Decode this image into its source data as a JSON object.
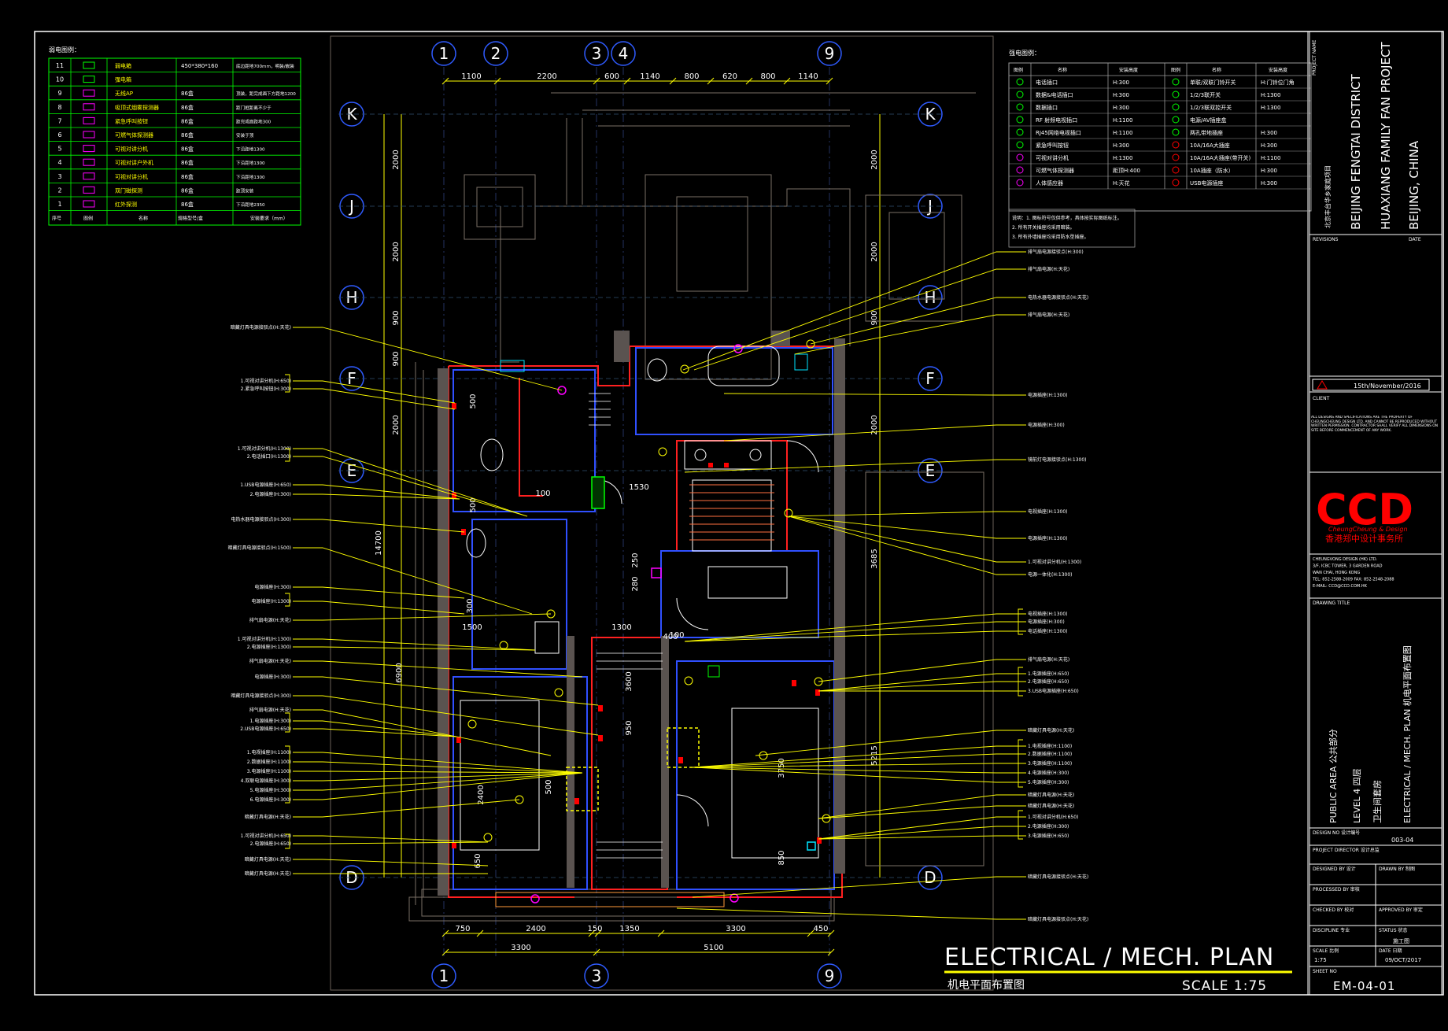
{
  "drawing": {
    "title_en": "ELECTRICAL / MECH. PLAN",
    "title_cn": "机电平面布置图",
    "scale": "SCALE 1:75",
    "drawing_no": "EM-04-01"
  },
  "grid": {
    "top_cols": [
      "1",
      "2",
      "3",
      "4",
      "9"
    ],
    "bottom_cols": [
      "1",
      "3",
      "9"
    ],
    "rows": [
      "K",
      "J",
      "H",
      "F",
      "E",
      "D"
    ],
    "top_dims": [
      "1100",
      "2200",
      "600",
      "1140",
      "800",
      "620",
      "800",
      "1140"
    ],
    "bottom_dims_1": [
      "750",
      "2400",
      "150",
      "1350",
      "3300",
      "450"
    ],
    "bottom_dims_2": [
      "3300",
      "5100"
    ],
    "left_dims": [
      "2000",
      "2000",
      "900",
      "900",
      "2000",
      "14700"
    ],
    "right_dims": [
      "2000",
      "2000",
      "900",
      "2000",
      "3685",
      "5215"
    ],
    "room_dims": [
      "500",
      "500",
      "100",
      "1530",
      "250",
      "280",
      "400",
      "300",
      "6900",
      "3600",
      "950",
      "2400",
      "500",
      "3750",
      "850",
      "650",
      "100",
      "1300",
      "1500"
    ]
  },
  "legend_left": {
    "rows": [
      {
        "no": "11",
        "sym": "",
        "name": "弱电箱",
        "model": "450*380*160",
        "remark": "底边距地700mm，明装/嵌装"
      },
      {
        "no": "10",
        "sym": "",
        "name": "强电箱",
        "model": "",
        "remark": ""
      },
      {
        "no": "9",
        "sym": "",
        "name": "无线AP",
        "model": "86盒",
        "remark": "顶装，距完成面下方距地1200"
      },
      {
        "no": "8",
        "sym": "",
        "name": "吸顶式烟雾探测器",
        "model": "86盒",
        "remark": "距门框距离不少于"
      },
      {
        "no": "7",
        "sym": "",
        "name": "紧急呼叫按钮",
        "model": "86盒",
        "remark": "距完成面距地300"
      },
      {
        "no": "6",
        "sym": "",
        "name": "可燃气体探测器",
        "model": "86盒",
        "remark": "安装于顶"
      },
      {
        "no": "5",
        "sym": "",
        "name": "可视对讲分机",
        "model": "86盒",
        "remark": "下沿距地1300"
      },
      {
        "no": "4",
        "sym": "",
        "name": "可视对讲户外机",
        "model": "86盒",
        "remark": "下沿距地1300"
      },
      {
        "no": "3",
        "sym": "",
        "name": "可视对讲分机",
        "model": "86盒",
        "remark": "下沿距地1300"
      },
      {
        "no": "2",
        "sym": "",
        "name": "双门磁探测",
        "model": "86盒",
        "remark": "距顶安装"
      },
      {
        "no": "1",
        "sym": "",
        "name": "红外探测",
        "model": "86盒",
        "remark": "下沿距地2350"
      }
    ],
    "footer": [
      "序号",
      "图例",
      "名称",
      "规格型号/盒",
      "安装要求（mm）"
    ]
  },
  "legend_right": {
    "headers": [
      "图例",
      "名称",
      "安装高度",
      "图例",
      "名称",
      "安装高度"
    ],
    "rows": [
      {
        "a_name": "电话插口",
        "a_h": "H:300",
        "b_name": "单联/双联门铃开关",
        "b_h": "H:门铃位门角"
      },
      {
        "a_name": "数据&电话插口",
        "a_h": "H:300",
        "b_name": "1/2/3联开关",
        "b_h": "H:1300"
      },
      {
        "a_name": "数据插口",
        "a_h": "H:300",
        "b_name": "1/2/3联双控开关",
        "b_h": "H:1300"
      },
      {
        "a_name": "RF 射频电视插口",
        "a_h": "H:1100",
        "b_name": "电源/AV插座盒",
        "b_h": ""
      },
      {
        "a_name": "RJ45网络电视插口",
        "a_h": "H:1100",
        "b_name": "两孔带地插座",
        "b_h": "H:300"
      },
      {
        "a_name": "紧急呼叫按钮",
        "a_h": "H:300",
        "b_name": "10A/16A大插座",
        "b_h": "H:300"
      },
      {
        "a_name": "可视对讲分机",
        "a_h": "H:1300",
        "b_name": "10A/16A大插座(带开关)",
        "b_h": "H:1100"
      },
      {
        "a_name": "可燃气体探测器",
        "a_h": "距顶H:400",
        "b_name": "10A插座（防水）",
        "b_h": "H:300"
      },
      {
        "a_name": "人体感应器",
        "a_h": "H:天花",
        "b_name": "USB电源插座",
        "b_h": "H:300"
      }
    ],
    "notes": [
      "说明：1. 图标符号仅供参考，具体按实际图纸标注。",
      "2. 所有开关插座均采用暗装。",
      "3. 所有外墙插座均采用防水型插座。"
    ]
  },
  "left_callouts": [
    "暗藏灯具电源接驳点(H:天花)",
    "1.可视对讲分机(H:650)",
    "2.紧急呼叫按钮(H:300)",
    "1.可视对讲分机(H:1300)",
    "2.电话插口(H:1300)",
    "1.USB电源插座(H:650)",
    "2.电源插座(H:300)",
    "电热水器电源接驳点(H:300)",
    "暗藏灯具电源接驳点(H:1500)",
    "电源插座(H:300)",
    "电源插座(H:1300)",
    "排气扇电源(H:天花)",
    "1.可视对讲分机(H:1300)",
    "2.电源插座(H:1300)",
    "排气扇电源(H:天花)",
    "电源插座(H:300)",
    "暗藏灯具电源接驳点(H:300)",
    "排气扇电源(H:天花)",
    "1.电源插座(H:300)",
    "2.USB电源插座(H:650)",
    "1.电视插座(H:1100)",
    "2.数据插座(H:1100)",
    "3.电源插座(H:1100)",
    "4.双联电源插座(H:300)",
    "5.电源插座(H:300)",
    "6.电源插座(H:300)",
    "暗藏灯具电源(H:天花)",
    "1.可视对讲分机(H:650)",
    "2.电源插座(H:650)",
    "暗藏灯具电源(H:天花)",
    "暗藏灯具电源(H:天花)"
  ],
  "right_callouts": [
    "排气扇电源接驳点(H:300)",
    "排气扇电源(H:天花)",
    "电热水器电源接驳点(H:天花)",
    "排气扇电源(H:天花)",
    "电源插座(H:1300)",
    "电源插座(H:300)",
    "镜前灯电源接驳点(H:1300)",
    "电视插座(H:1300)",
    "电源插座(H:1300)",
    "1.可视对讲分机(H:1300)",
    "电源一体化(H:1300)",
    "电视插座(H:1300)",
    "电源插座(H:300)",
    "电话插座(H:1300)",
    "排气扇电源(H:天花)",
    "1.电源插座(H:650)",
    "2.电源插座(H:650)",
    "3.USB电源插座(H:650)",
    "暗藏灯具电源(H:天花)",
    "1.电视插座(H:1100)",
    "2.数据插座(H:1100)",
    "3.电源插座(H:1100)",
    "4.电源插座(H:300)",
    "5.电源插座(H:300)",
    "暗藏灯具电源(H:天花)",
    "暗藏灯具电源(H:天花)",
    "1.可视对讲分机(H:650)",
    "2.电源插座(H:300)",
    "3.电源插座(H:650)",
    "暗藏灯具电源接驳点(H:天花)",
    "暗藏灯具电源接驳点(H:天花)"
  ],
  "title_block": {
    "project_name_label": "PROJECT NAME",
    "project_lines": [
      "BEIJING FENGTAI DISTRICT",
      "HUAXIANG FAMILY FAN PROJECT",
      "BEIJING, CHINA"
    ],
    "project_cn": "北京丰台华乡家庭项目",
    "revisions": "REVISIONS",
    "date": "DATE",
    "rev_date": "15th/November/2016",
    "client": "CLIENT",
    "notes_text": "ALL DESIGNS AND SPECIFICATIONS ARE THE PROPERTY OF CHEUNGCHEUNG DESIGN LTD. AND CANNOT BE REPRODUCED WITHOUT WRITTEN PERMISSION. CONTRACTOR SHALL VERIFY ALL DIMENSIONS ON SITE BEFORE COMMENCEMENT OF ANY WORK.",
    "logo": "CCD",
    "logo_sub": "CheungCheung & Design",
    "logo_cn": "香港郑中设计事务所",
    "company_lines": [
      "CHEUNGVONG DESIGN (HK) LTD.",
      "3/F, ICBC TOWER, 3 GARDEN ROAD",
      "WAN CHAI, HONG KONG",
      "TEL: 852-2588-2009   FAX: 852-2548-2088",
      "E-MAIL: CCD@CCD.COM.HK"
    ],
    "drawing_title_label": "DRAWING TITLE",
    "drawing_title_lines": [
      "PUBLIC AREA 公共部分",
      "LEVEL 4 四层",
      "卫生间套房",
      "ELECTRICAL / MECH. PLAN 机电平面布置图"
    ],
    "design_no_label": "DESIGN NO 设计编号",
    "design_no": "003-04",
    "project_director": "PROJECT DIRECTOR 设计总监",
    "designed_by": "DESIGNED BY 设计",
    "drawn_by": "DRAWN BY 制图",
    "processed_by": "PROCESSED BY 审核",
    "checked_by": "CHECKED BY 校对",
    "approved_by": "APPROVED BY 审定",
    "discipline": "DISCIPLINE 专业",
    "status": "STATUS 状态",
    "status_value": "施工图",
    "scale_label": "SCALE 比例",
    "date_label": "DATE 日期",
    "scale_value": "1:75",
    "date_value": "09/OCT/2017",
    "sheet_no": "SHEET NO",
    "drawing_no": "EM-04-01"
  },
  "colors": {
    "yellow": "#ffff00",
    "green": "#00ff00",
    "magenta": "#ff00ff",
    "red": "#ff0000",
    "blue": "#2f5bff",
    "white": "#ffffff",
    "cyan": "#00e5ff",
    "gray": "#7a6f66"
  }
}
